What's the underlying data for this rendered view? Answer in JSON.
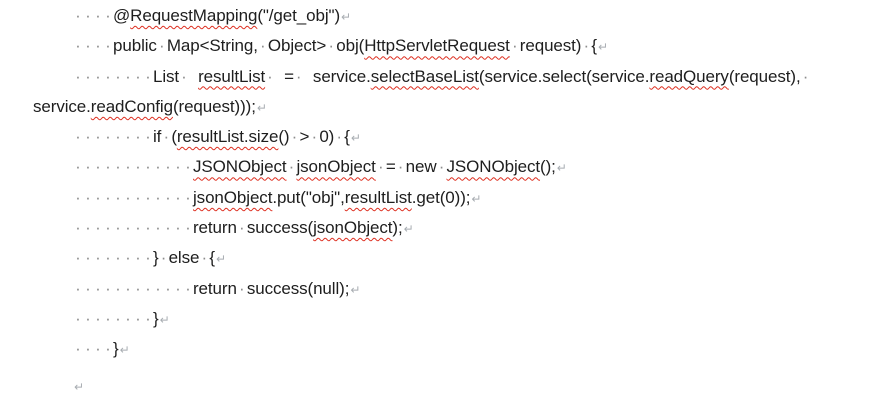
{
  "document": {
    "kind": "word-processor-page-with-formatting-marks",
    "colors": {
      "background": "#ffffff",
      "text": "#1e1e1e",
      "space_mark": "#8c8c8c",
      "line_break_mark": "#a8adb2",
      "spellcheck_squiggle": "#dd2e1f"
    },
    "marks": {
      "space": "·",
      "line_break": "↵"
    },
    "lines": [
      {
        "segments": [
          {
            "kind": "text",
            "text": "    @"
          },
          {
            "kind": "misspelled",
            "text": "RequestMapping"
          },
          {
            "kind": "text",
            "text": "(\"/get_obj\")"
          },
          {
            "kind": "break"
          }
        ]
      },
      {
        "segments": [
          {
            "kind": "text",
            "text": "    public Map<String, Object> obj("
          },
          {
            "kind": "misspelled",
            "text": "HttpServletRequest"
          },
          {
            "kind": "text",
            "text": " request) {"
          },
          {
            "kind": "break"
          }
        ]
      },
      {
        "segments": [
          {
            "kind": "text",
            "text": "        List"
          },
          {
            "kind": "wide-space"
          },
          {
            "kind": "misspelled",
            "text": "resultList"
          },
          {
            "kind": "wide-space"
          },
          {
            "kind": "text",
            "text": "="
          },
          {
            "kind": "wide-space"
          },
          {
            "kind": "text",
            "text": "service."
          },
          {
            "kind": "misspelled",
            "text": "selectBaseList"
          },
          {
            "kind": "text",
            "text": "(service.select(service."
          },
          {
            "kind": "misspelled",
            "text": "readQuery"
          },
          {
            "kind": "text",
            "text": "(request), "
          }
        ]
      },
      {
        "continuation": true,
        "segments": [
          {
            "kind": "text",
            "text": "service."
          },
          {
            "kind": "misspelled",
            "text": "readConfig"
          },
          {
            "kind": "text",
            "text": "(request)));"
          },
          {
            "kind": "break"
          }
        ]
      },
      {
        "segments": [
          {
            "kind": "text",
            "text": "        if ("
          },
          {
            "kind": "misspelled",
            "text": "resultList.size"
          },
          {
            "kind": "text",
            "text": "() > 0) {"
          },
          {
            "kind": "break"
          }
        ]
      },
      {
        "segments": [
          {
            "kind": "text",
            "text": "            "
          },
          {
            "kind": "misspelled",
            "text": "JSONObject jsonObject"
          },
          {
            "kind": "text",
            "text": " = new "
          },
          {
            "kind": "misspelled",
            "text": "JSONObject"
          },
          {
            "kind": "text",
            "text": "();"
          },
          {
            "kind": "break"
          }
        ]
      },
      {
        "segments": [
          {
            "kind": "text",
            "text": "            "
          },
          {
            "kind": "misspelled",
            "text": "jsonObject"
          },
          {
            "kind": "text",
            "text": ".put(\"obj\","
          },
          {
            "kind": "misspelled",
            "text": "resultList"
          },
          {
            "kind": "text",
            "text": ".get(0));"
          },
          {
            "kind": "break"
          }
        ]
      },
      {
        "segments": [
          {
            "kind": "text",
            "text": "            return success("
          },
          {
            "kind": "misspelled",
            "text": "jsonObject"
          },
          {
            "kind": "text",
            "text": ");"
          },
          {
            "kind": "break"
          }
        ]
      },
      {
        "segments": [
          {
            "kind": "text",
            "text": "        } else {"
          },
          {
            "kind": "break"
          }
        ]
      },
      {
        "segments": [
          {
            "kind": "text",
            "text": "            return success(null);"
          },
          {
            "kind": "break"
          }
        ]
      },
      {
        "segments": [
          {
            "kind": "text",
            "text": "        }"
          },
          {
            "kind": "break"
          }
        ]
      },
      {
        "segments": [
          {
            "kind": "text",
            "text": "    }"
          },
          {
            "kind": "break"
          }
        ]
      },
      {
        "extra_space_before": true,
        "segments": [
          {
            "kind": "break"
          }
        ]
      }
    ]
  }
}
